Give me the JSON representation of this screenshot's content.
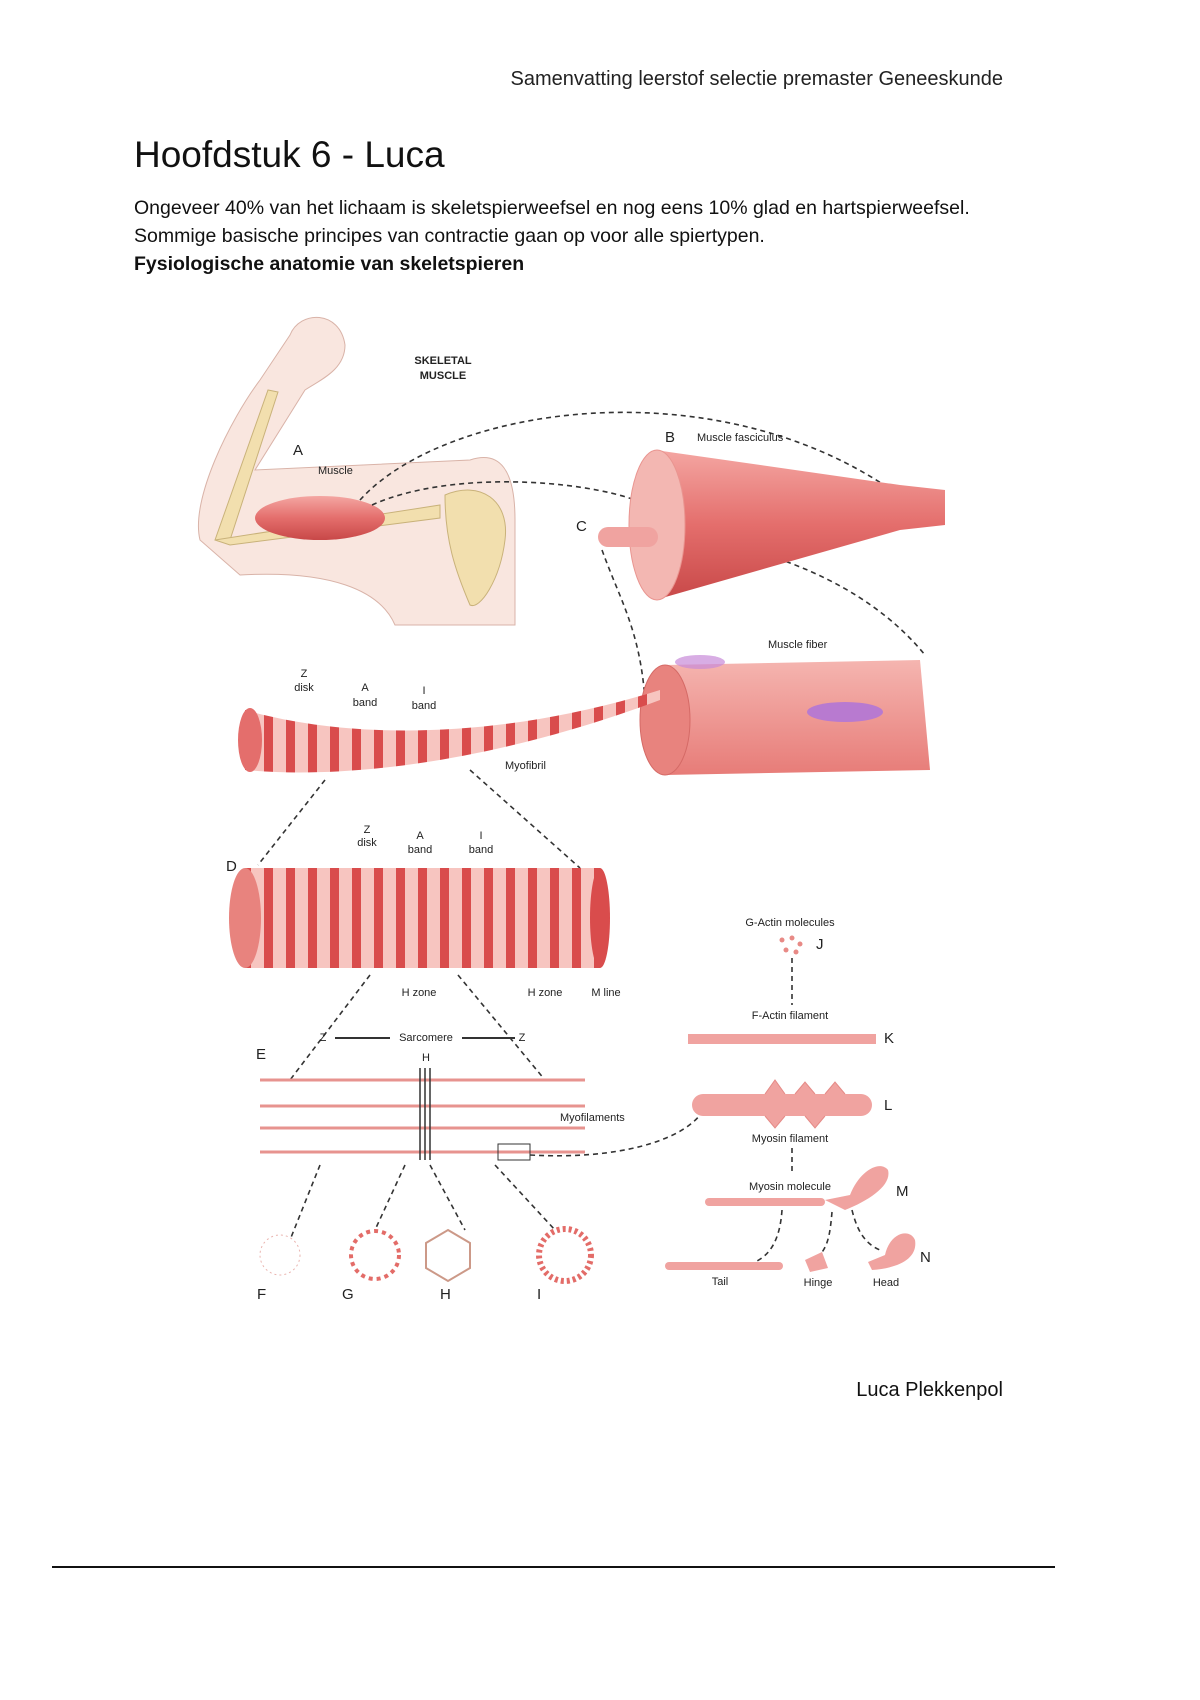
{
  "header": {
    "running_title": "Samenvatting leerstof selectie premaster Geneeskunde"
  },
  "title": "Hoofdstuk 6 - Luca",
  "intro": {
    "paragraph": "Ongeveer 40% van het lichaam is skeletspierweefsel en nog eens 10% glad en hartspierweefsel. Sommige basische principes van contractie gaan op voor alle spiertypen.",
    "subheading": "Fysiologische anatomie van skeletspieren"
  },
  "figure": {
    "heading_line1": "SKELETAL",
    "heading_line2": "MUSCLE",
    "A": "A",
    "muscle": "Muscle",
    "B": "B",
    "fasciculus": "Muscle fasciculus",
    "C": "C",
    "muscle_fiber": "Muscle fiber",
    "myofibril": {
      "z": "Z",
      "disk": "disk",
      "a": "A",
      "a_band": "band",
      "i": "I",
      "i_band": "band",
      "label": "Myofibril"
    },
    "D": "D",
    "d_labels": {
      "z": "Z",
      "disk": "disk",
      "a": "A",
      "a_band": "band",
      "i": "I",
      "i_band": "band",
      "h_zone_1": "H zone",
      "h_zone_2": "H zone",
      "m_line": "M line"
    },
    "E": "E",
    "z_left": "Z",
    "sarcomere": "Sarcomere",
    "z_right": "Z",
    "h": "H",
    "myofilaments": "Myofilaments",
    "g_actin": "G-Actin molecules",
    "J": "J",
    "f_actin": "F-Actin filament",
    "K": "K",
    "L": "L",
    "myosin_filament": "Myosin filament",
    "myosin_molecule": "Myosin molecule",
    "M": "M",
    "N": "N",
    "tail": "Tail",
    "hinge": "Hinge",
    "head": "Head",
    "F": "F",
    "G": "G",
    "H2": "H",
    "I2": "I"
  },
  "footer": {
    "author": "Luca Plekkenpol"
  },
  "colors": {
    "muscle": "#e06a6a",
    "muscle_light": "#f3b3b0",
    "bone": "#f2dfae",
    "skin": "#f8e3dc",
    "nucleus": "#b87ad0"
  }
}
